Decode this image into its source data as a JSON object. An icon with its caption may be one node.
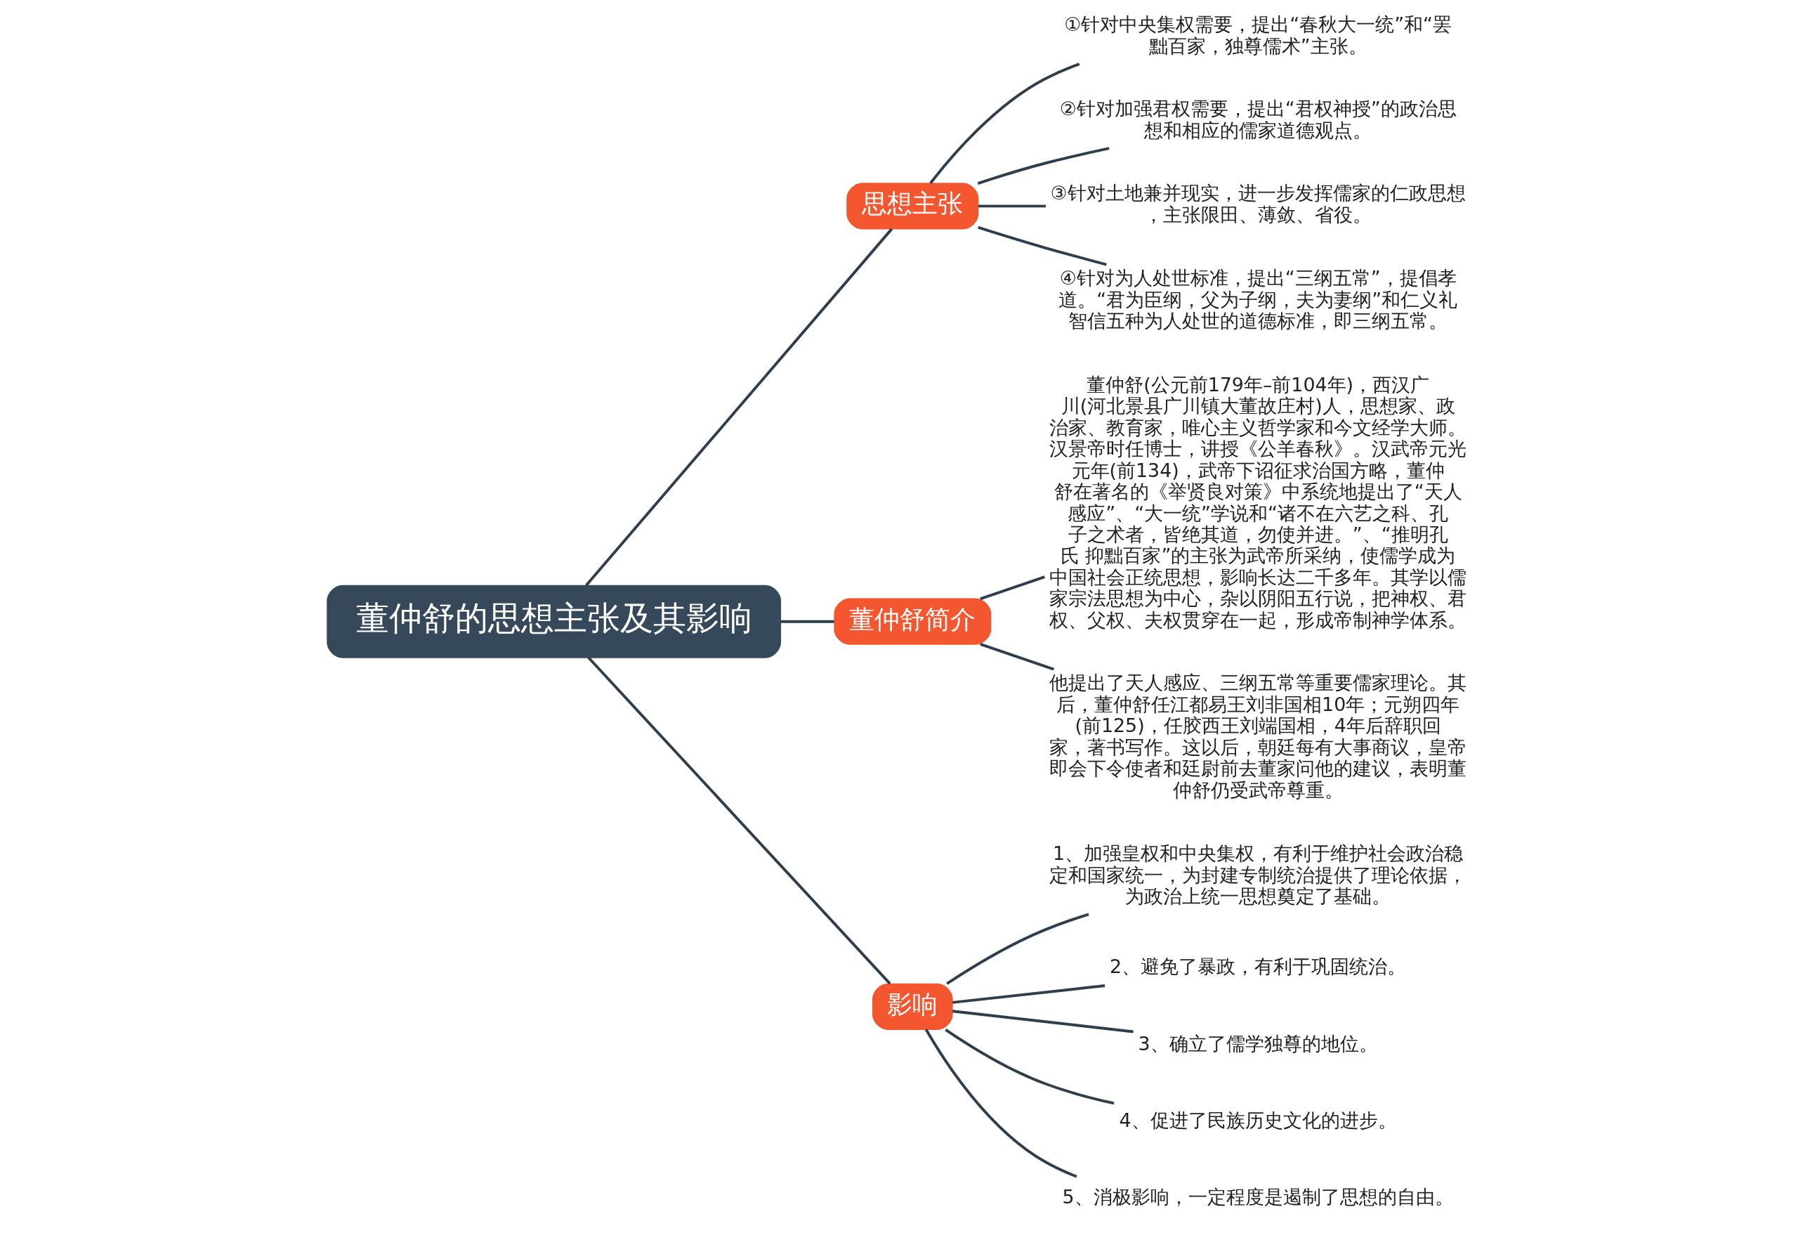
{
  "diagram": {
    "nodes": [
      {
        "text": [
          "董仲舒的思想主张及其影响"
        ]
      },
      {
        "text": [
          "思想主张"
        ]
      },
      {
        "text": [
          "①针对中央集权需要，提出“春秋大一统”和“罢黜百家，独尊儒术”主张。"
        ]
      },
      {
        "text": [
          "②针对加强君权需要，提出“君权神授”的政治思想和相应的儒家道德观点。"
        ]
      },
      {
        "text": [
          "③针对土地兼并现实，进一步发挥儒家的仁政思想，主张限田、薄敛、省役。"
        ]
      },
      {
        "text": [
          "④针对为人处世标准，提出“三纲五常”，提倡孝道。“君为臣纲，父为子纲，夫为妻纲”和仁义礼智信五种为人处世的道德标准，即三纲五常。"
        ]
      },
      {
        "text": [
          "董仲舒简介"
        ]
      },
      {
        "text": [
          "董仲舒(公元前179年–前104年)，西汉广川(河北景县广川镇大董故庄村)人，思想家、政治家、教育家，唯心主义哲学家和今文经学大师。汉景帝时任博士，讲授《公羊春秋》。汉武帝元光元年(前134)，武帝下诏征求治国方略，董仲舒在著名的《举贤良对策》中系统地提出了“天人感应”、“大一统”学说和“诸不在六艺之科、孔子之术者，皆绝其道，勿使并进。”、“推明孔氏 抑黜百家”的主张为武帝所采纳，使儒学成为中国社会正统思想，影响长达二千多年。其学以儒家宗法思想为中心，杂以阴阳五行说，把神权、君权、父权、夫权贯穿在一起，形成帝制神学体系。"
        ]
      },
      {
        "text": [
          "他提出了天人感应、三纲五常等重要儒家理论。其后，董仲舒任江都易王刘非国相10年；元朔四年(前125)，任胶西王刘端国相，4年后辞职回家，著书写作。这以后，朝廷每有大事商议，皇帝即会下令使者和廷尉前去董家问他的建议，表明董仲舒仍受武帝尊重。"
        ]
      },
      {
        "text": [
          "影响"
        ]
      },
      {
        "text": [
          "1、加强皇权和中央集权，有利于维护社会政治稳定和国家统一，为封建专制统治提供了理论依据，为政治上统一思想奠定了基础。"
        ]
      },
      {
        "text": [
          "2、避免了暴政，有利于巩固统治。"
        ]
      },
      {
        "text": [
          "3、确立了儒学独尊的地位。"
        ]
      },
      {
        "text": [
          "4、促进了民族历史文化的进步。"
        ]
      },
      {
        "text": [
          "5、消极影响，一定程度是遏制了思想的自由。"
        ]
      }
    ],
    "edges": [
      {
        "from": 0,
        "to": 1,
        "arrow": "none"
      },
      {
        "from": 1,
        "to": 2,
        "arrow": "none"
      },
      {
        "from": 1,
        "to": 3,
        "arrow": "none"
      },
      {
        "from": 1,
        "to": 4,
        "arrow": "none"
      },
      {
        "from": 1,
        "to": 5,
        "arrow": "none"
      },
      {
        "from": 0,
        "to": 6,
        "arrow": "none"
      },
      {
        "from": 6,
        "to": 7,
        "arrow": "none"
      },
      {
        "from": 6,
        "to": 8,
        "arrow": "none"
      },
      {
        "from": 0,
        "to": 9,
        "arrow": "none"
      },
      {
        "from": 9,
        "to": 10,
        "arrow": "none"
      },
      {
        "from": 9,
        "to": 11,
        "arrow": "none"
      },
      {
        "from": 9,
        "to": 12,
        "arrow": "none"
      },
      {
        "from": 9,
        "to": 13,
        "arrow": "none"
      },
      {
        "from": 9,
        "to": 14,
        "arrow": "none"
      }
    ]
  }
}
